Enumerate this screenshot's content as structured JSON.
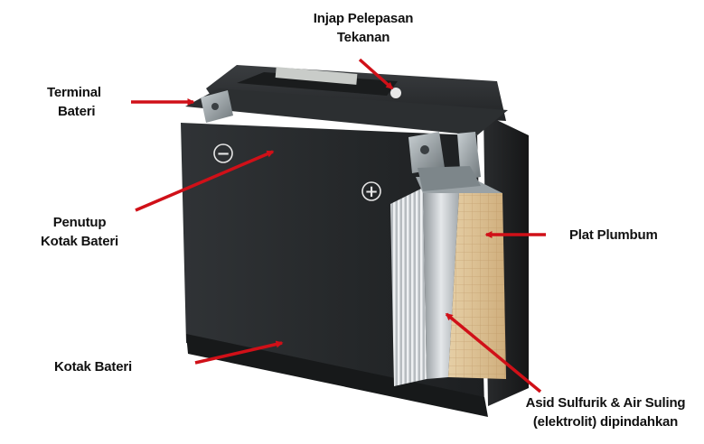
{
  "labels": {
    "valve": {
      "line1": "Injap Pelepasan",
      "line2": "Tekanan"
    },
    "terminal": {
      "line1": "Terminal",
      "line2": "Bateri"
    },
    "lid": {
      "line1": "Penutup",
      "line2": "Kotak Bateri"
    },
    "case": {
      "line1": "Kotak Bateri"
    },
    "plates": {
      "line1": "Plat Plumbum"
    },
    "acid": {
      "line1": "Asid Sulfurik & Air Suling",
      "line2": "(elektrolit) dipindahkan"
    }
  },
  "symbols": {
    "negative": "−",
    "positive": "+"
  },
  "colors": {
    "arrow": "#d01018",
    "case_dark": "#26282a",
    "lid_dark": "#1c1e20",
    "plate_tan": "#d8b98a",
    "separator": "#c9ccd0",
    "terminal_metal": "#9aa2a6"
  }
}
